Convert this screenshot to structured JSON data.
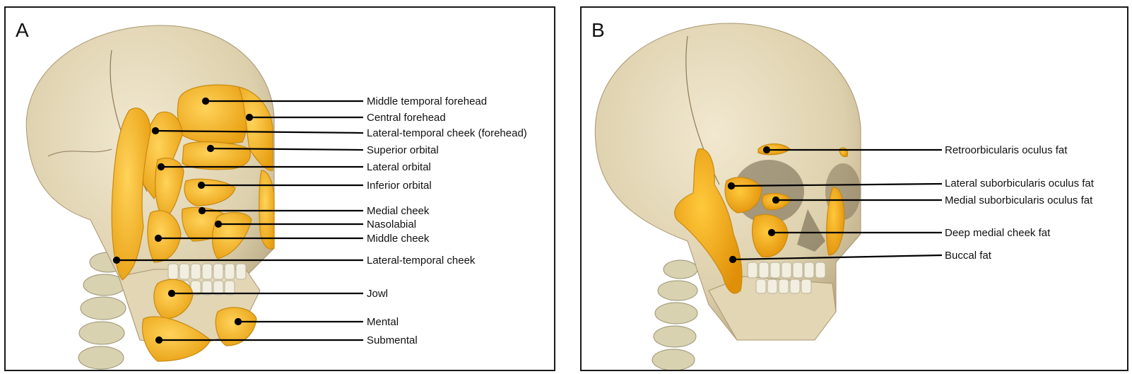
{
  "panel_a": {
    "letter": "A",
    "labels": [
      "Middle temporal forehead",
      "Central forehead",
      "Lateral-temporal cheek (forehead)",
      "Superior orbital",
      "Lateral orbital",
      "Inferior orbital",
      "Medial cheek",
      "Nasolabial",
      "Middle cheek",
      "Lateral-temporal cheek",
      "Jowl",
      "Mental",
      "Submental"
    ]
  },
  "panel_b": {
    "letter": "B",
    "labels": [
      "Retroorbicularis oculus fat",
      "Lateral suborbicularis oculus fat",
      "Medial suborbicularis oculus fat",
      "Deep medial cheek fat",
      "Buccal fat"
    ]
  },
  "colors": {
    "bone": "#e8dcc0",
    "fat": "#f3b52c",
    "teeth": "#f2efe0",
    "leader": "#000000"
  }
}
